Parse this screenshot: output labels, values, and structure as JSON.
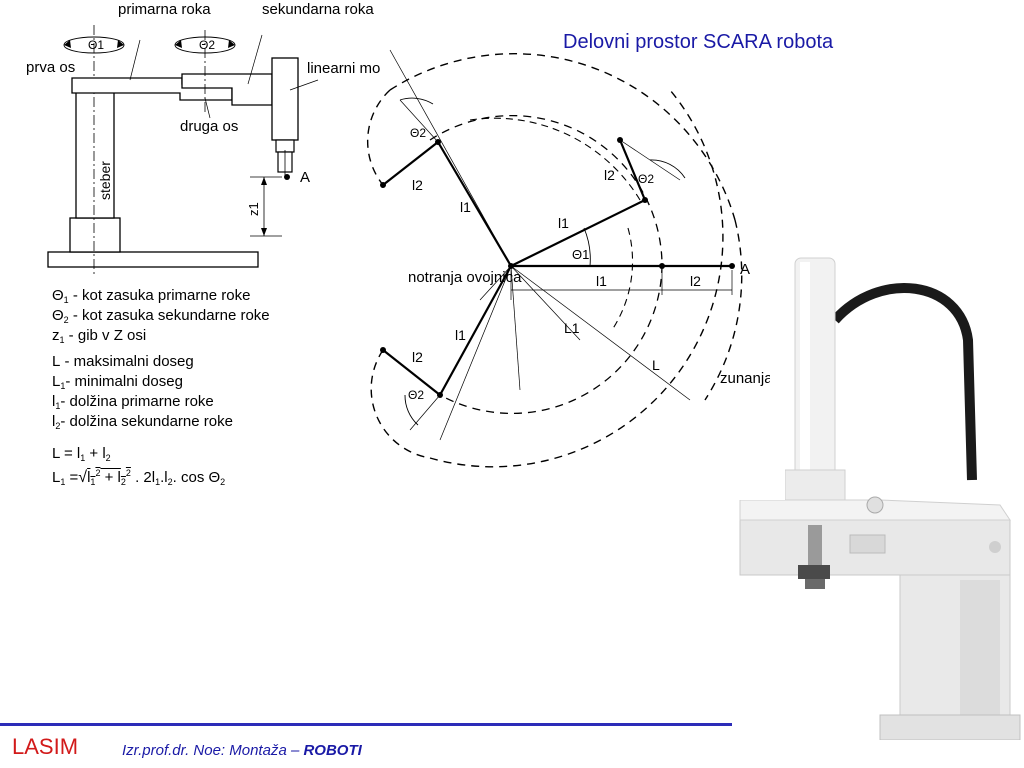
{
  "title": "Delovni prostor SCARA robota",
  "side_view": {
    "primary_arm": "primarna roka",
    "secondary_arm": "sekundarna roka",
    "first_axis": "prva os",
    "second_axis": "druga os",
    "linear_module": "linearni modul",
    "column": "steber",
    "point_a": "A",
    "z_label": "z1",
    "theta1": "Θ1",
    "theta2": "Θ2"
  },
  "top_view": {
    "inner_envelope": "notranja ovojnica",
    "outer_envelope": "zunanja ovojnica",
    "point_a": "A",
    "l1": "l1",
    "l2": "l2",
    "L": "L",
    "L1": "L1",
    "theta1": "Θ1",
    "theta2": "Θ2"
  },
  "legend": [
    {
      "sym": "Θ",
      "sub": "1",
      "text": " - kot zasuka primarne roke"
    },
    {
      "sym": "Θ",
      "sub": "2",
      "text": " - kot zasuka sekundarne roke"
    },
    {
      "sym": "z",
      "sub": "1",
      "text": " - gib v Z osi"
    },
    {
      "sym": "L",
      "sub": "",
      "text": " - maksimalni doseg"
    },
    {
      "sym": "L",
      "sub": "1",
      "text": "- minimalni doseg"
    },
    {
      "sym": "l",
      "sub": "1",
      "text": "- dolžina primarne roke"
    },
    {
      "sym": "l",
      "sub": "2",
      "text": "- dolžina sekundarne roke"
    }
  ],
  "formulas": {
    "f1_lhs": "L = l",
    "f1_mid": " + l",
    "f2_lhs": "L",
    "f2_eq": " =",
    "f2_rest": " . 2l",
    "f2_dot": ".l",
    "f2_cos": ". cos Θ"
  },
  "footer": {
    "left": "LASIM",
    "right_prefix": "Izr.prof.dr. Noe: Montaža – ",
    "right_bold": "ROBOTI"
  }
}
